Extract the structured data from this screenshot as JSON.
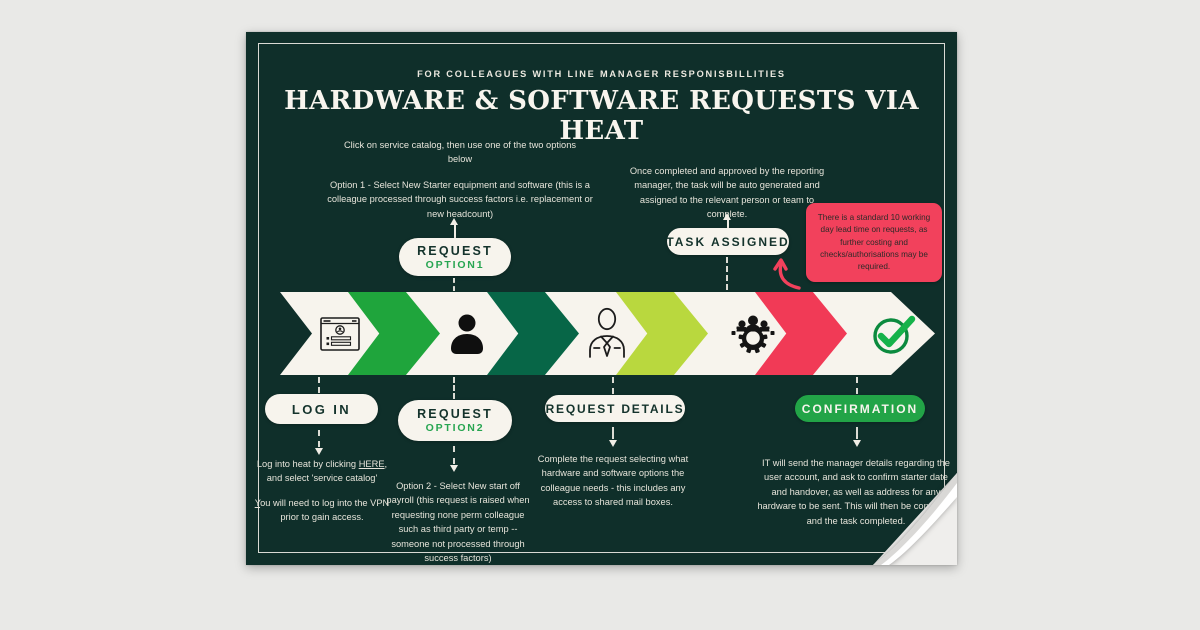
{
  "header": {
    "eyebrow": "FOR COLLEAGUES WITH LINE MANAGER RESPONISBILLITIES",
    "title": "HARDWARE & SOFTWARE REQUESTS VIA HEAT"
  },
  "top_notes": {
    "catalog": "Click on service catalog, then use one of the two options below",
    "option1": "Option 1 - Select New Starter equipment and software (this is a colleague processed through success factors i.e. replacement or new headcount)",
    "task_assigned": "Once completed and approved by the reporting manager, the task will be auto generated and assigned to the relevant person or team to complete."
  },
  "callout": {
    "text": "There is a standard 10 working day lead time on requests, as further costing and checks/authorisations may be required.",
    "bg": "#f2415c"
  },
  "pills": {
    "login": "LOG IN",
    "request1_line1": "REQUEST",
    "request1_line2": "OPTION1",
    "request2_line1": "REQUEST",
    "request2_line2": "OPTION2",
    "details": "REQUEST DETAILS",
    "task": "TASK ASSIGNED",
    "confirmation": "CONFIRMATION"
  },
  "descs": {
    "login_pre": "Log into heat by clicking ",
    "login_link": "HERE",
    "login_post": ", and select 'service catalog'",
    "login_p2_u": "Y",
    "login_p2_rest": "ou will need to log into the VPN prior to gain access.",
    "option2": "Option 2 - Select New start off payroll (this request is raised when requesting none perm colleague such as third party or temp -- someone not processed through success factors)",
    "details": "Complete the request selecting what hardware and software options the colleague needs - this includes any access to shared mail boxes.",
    "confirmation": "IT will send the manager details regarding the user account, and ask to confirm starter date and handover,  as well as address for any hardware to be sent. This will then be confirmed and the task completed."
  },
  "band": {
    "icons": [
      "login-form-icon",
      "user-silhouette-icon",
      "manager-icon",
      "team-gear-icon",
      "check-circle-icon"
    ],
    "colors": {
      "cream": "#f7f4ed",
      "green": "#1fa53c",
      "dark_green": "#076647",
      "lime": "#b9d83e",
      "red": "#f13a56"
    }
  },
  "colors": {
    "page_bg": "#e9e9e7",
    "poster_bg": "#0f2f2a",
    "border": "#f3efe6",
    "confirmation_green": "#22a447",
    "option_green_text": "#27a551",
    "check_green": "#16b24a",
    "check_ring": "#0b8a3e"
  }
}
